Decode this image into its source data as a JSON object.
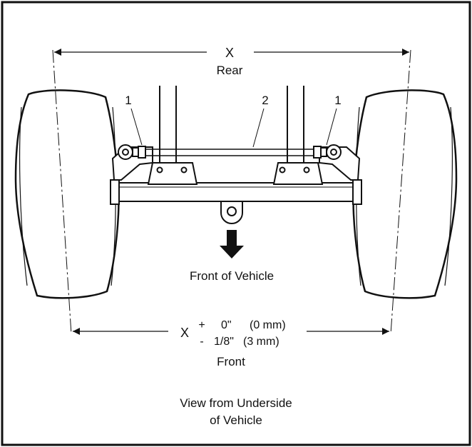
{
  "labels": {
    "rear_dimension": "X",
    "rear": "Rear",
    "callout_left": "1",
    "callout_center": "2",
    "callout_right": "1",
    "front_of_vehicle": "Front of Vehicle",
    "front_dimension": "X",
    "tolerance_plus_sign": "+",
    "tolerance_plus_value": "0\"",
    "tolerance_plus_metric": "(0 mm)",
    "tolerance_minus_sign": "-",
    "tolerance_minus_value": "1/8\"",
    "tolerance_minus_metric": "(3 mm)",
    "front": "Front",
    "view_line1": "View from Underside",
    "view_line2": "of Vehicle"
  },
  "colors": {
    "stroke": "#111111",
    "background": "#ffffff"
  }
}
